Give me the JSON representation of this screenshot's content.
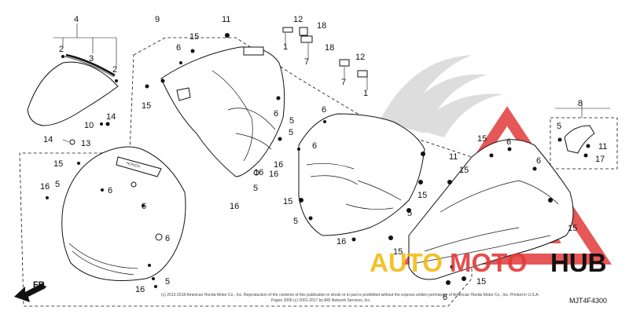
{
  "watermark": {
    "auto": "AUTO",
    "moto": "MOTO",
    "hub": "HUB",
    "colors": {
      "triangle": "#e23a3a",
      "auto": "#f2b705",
      "moto": "#e23a3a",
      "hub": "#111111"
    }
  },
  "diagram_code": "MJT4F4300",
  "front_label": "FR.",
  "emblem_text": "HONDA",
  "copyright_line1": "(c) 2013-2018 American Honda Motor Co., Inc. Reproduction of the contents of this publication in whole or in part is prohibited without the express written permission of American Honda Motor Co., Inc. Printed in U.S.A.",
  "copyright_line2": "Pages 2006 (c) 2001-2017 by ARI Network Services, Inc.",
  "callouts": [
    "4",
    "2",
    "3",
    "2",
    "9",
    "11",
    "15",
    "6",
    "15",
    "14",
    "10",
    "13",
    "14",
    "15",
    "6",
    "16",
    "5",
    "6",
    "12",
    "18",
    "1",
    "7",
    "18",
    "12",
    "7",
    "1",
    "6",
    "6",
    "5",
    "6",
    "5",
    "16",
    "16",
    "5",
    "15",
    "15",
    "11",
    "5",
    "8",
    "5",
    "11",
    "17",
    "15",
    "6",
    "6",
    "15",
    "16",
    "15",
    "15",
    "6",
    "5",
    "16",
    "16",
    "15",
    "6",
    "16",
    "5"
  ]
}
